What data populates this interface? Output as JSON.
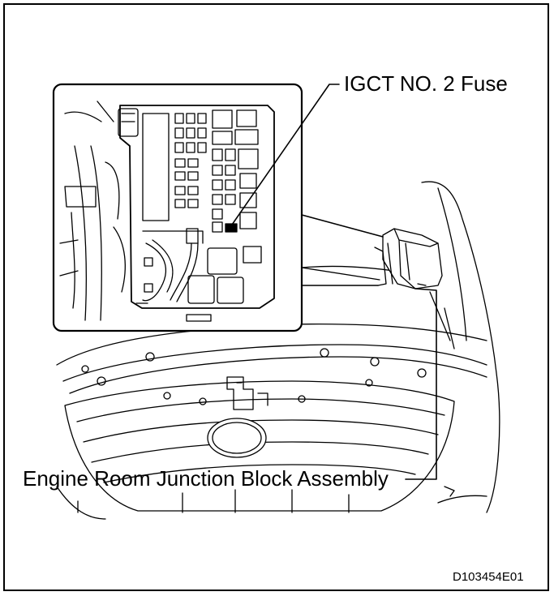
{
  "labels": {
    "fuse": "IGCT NO. 2 Fuse",
    "junction_block": "Engine Room Junction Block Assembly"
  },
  "figure_code": "D103454E01"
}
